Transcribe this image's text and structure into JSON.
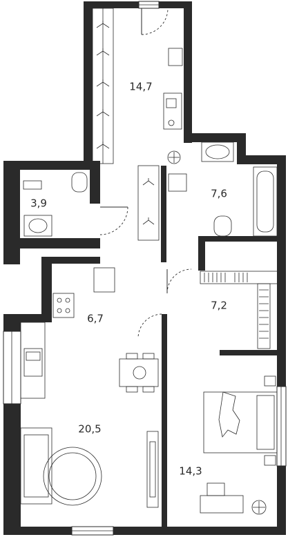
{
  "rooms": [
    {
      "id": "corridor-wardrobe",
      "area": "14,7"
    },
    {
      "id": "bathroom-small",
      "area": "3,9"
    },
    {
      "id": "bathroom",
      "area": "7,6"
    },
    {
      "id": "hall",
      "area": "6,7"
    },
    {
      "id": "dressing-room",
      "area": "7,2"
    },
    {
      "id": "kitchen-living",
      "area": "20,5"
    },
    {
      "id": "bedroom",
      "area": "14,3"
    }
  ],
  "colors": {
    "wall": "#2a2a2a",
    "background": "#ffffff"
  }
}
